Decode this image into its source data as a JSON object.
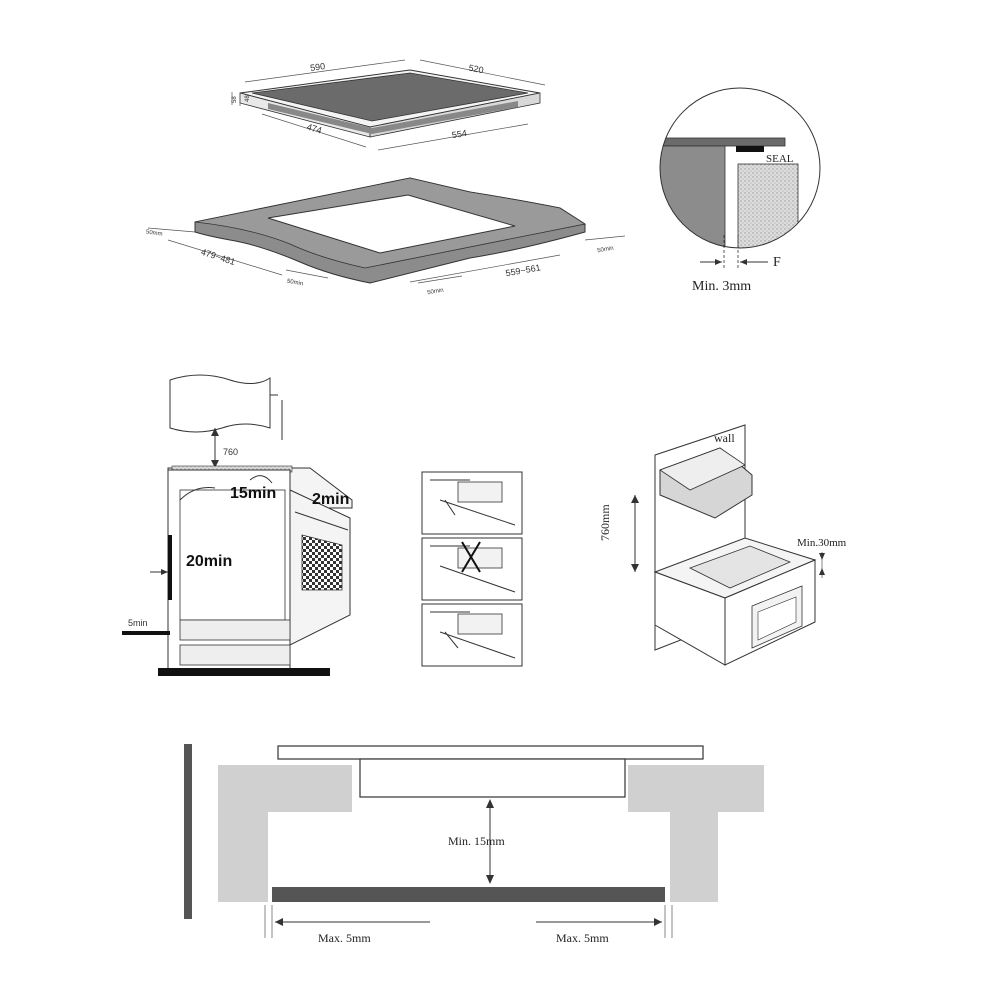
{
  "hob_dims": {
    "width": "590",
    "depth": "520",
    "height_outer": "58",
    "height_inner": "48",
    "cut_depth": "474",
    "cut_width": "554"
  },
  "cutout_dims": {
    "left_depth": "50mm",
    "depth_range": "479~481",
    "front_margin": "50min",
    "bottom_margin": "50min",
    "width_range": "559~561",
    "right_margin": "50min"
  },
  "seal_detail": {
    "seal_label": "SEAL",
    "f_label": "F",
    "min_gap": "Min.  3mm"
  },
  "side_view": {
    "height": "760",
    "front_gap": "15min",
    "right_gap": "2min",
    "left_gap": "20min",
    "bottom_gap": "5min"
  },
  "wall_view": {
    "wall_label": "wall",
    "height": "760mm",
    "edge_gap": "Min.30mm"
  },
  "bottom_view": {
    "gap_label": "Min.  15mm",
    "left_max": "Max.  5mm",
    "right_max": "Max.  5mm"
  }
}
